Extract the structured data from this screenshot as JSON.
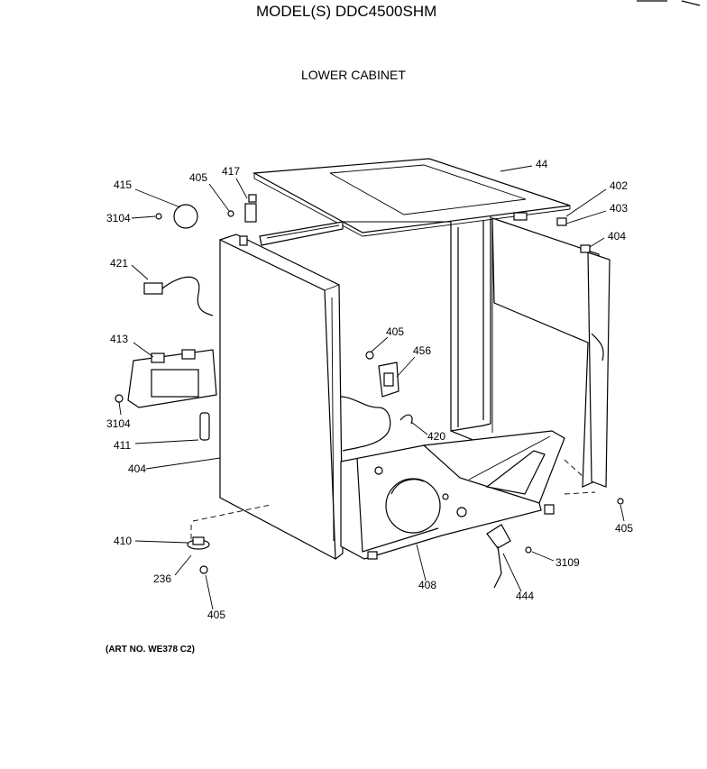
{
  "header": {
    "title": "MODEL(S) DDC4500SHM",
    "subtitle": "LOWER CABINET"
  },
  "footer": {
    "art_number": "(ART NO. WE378 C2)"
  },
  "callouts": [
    {
      "id": "c44",
      "label": "44"
    },
    {
      "id": "c402",
      "label": "402"
    },
    {
      "id": "c403",
      "label": "403"
    },
    {
      "id": "c404r",
      "label": "404"
    },
    {
      "id": "c415",
      "label": "415"
    },
    {
      "id": "c405a",
      "label": "405"
    },
    {
      "id": "c417",
      "label": "417"
    },
    {
      "id": "c3104a",
      "label": "3104"
    },
    {
      "id": "c421",
      "label": "421"
    },
    {
      "id": "c413",
      "label": "413"
    },
    {
      "id": "c3104b",
      "label": "3104"
    },
    {
      "id": "c411",
      "label": "411"
    },
    {
      "id": "c404l",
      "label": "404"
    },
    {
      "id": "c405b",
      "label": "405"
    },
    {
      "id": "c456",
      "label": "456"
    },
    {
      "id": "c420",
      "label": "420"
    },
    {
      "id": "c405c",
      "label": "405"
    },
    {
      "id": "c410",
      "label": "410"
    },
    {
      "id": "c236",
      "label": "236"
    },
    {
      "id": "c405d",
      "label": "405"
    },
    {
      "id": "c408",
      "label": "408"
    },
    {
      "id": "c3109",
      "label": "3109"
    },
    {
      "id": "c444",
      "label": "444"
    }
  ]
}
